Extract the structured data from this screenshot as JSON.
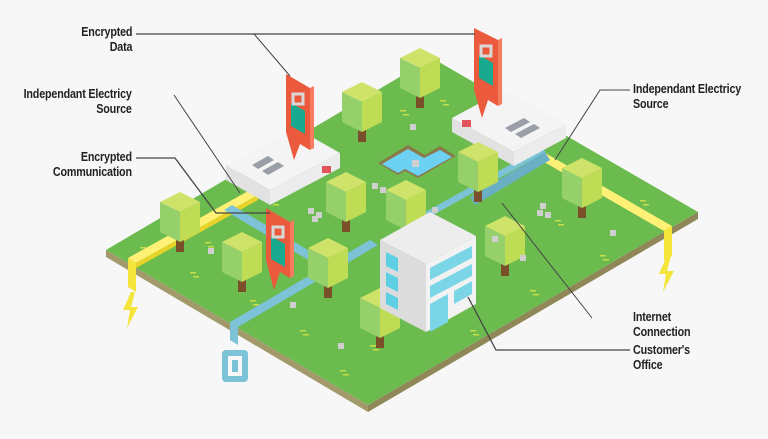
{
  "diagram": {
    "title": "Secure customer office infrastructure (isometric illustration)",
    "labels": {
      "encrypted_data": {
        "line1": "Encrypted",
        "line2": "Data"
      },
      "independent_source_left": {
        "line1": "Independant Electricy",
        "line2": "Source"
      },
      "encrypted_communication": {
        "line1": "Encrypted",
        "line2": "Communication"
      },
      "independent_source_right": {
        "line1": "Independant Electricy",
        "line2": "Source"
      },
      "internet_connection": {
        "line1": "Internet",
        "line2": "Connection"
      },
      "customers_office": {
        "line1": "Customer's",
        "line2": "Office"
      }
    },
    "elements": {
      "ground": "green isometric board",
      "servers": [
        "left server block",
        "right server block"
      ],
      "lock_markers": [
        "lock marker on left server",
        "lock marker on right server",
        "lock marker on communication line"
      ],
      "power_lines": [
        "left power line with lightning icon",
        "right power line with lightning icon"
      ],
      "network_lines": [
        "blue network pipe to globe icon"
      ],
      "building": "customer office building",
      "pond": "small pond",
      "trees_count": 14
    },
    "icons": {
      "lightning": "lightning-bolt-icon",
      "globe": "network-globe-icon",
      "lock": "padlock-icon"
    },
    "colors": {
      "background": "#f7f7f7",
      "grass": "#6cbb4f",
      "soil": "#a39a6c",
      "tree_light": "#bedd55",
      "tree_side": "#95d06a",
      "trunk": "#7b4f2a",
      "power": "#f5e43a",
      "network": "#7cc3d8",
      "marker": "#ec5a3d",
      "lock": "#18a98f",
      "server": "#f0f0f0",
      "water": "#6cd1f3",
      "label_text": "#222222",
      "leader_line": "#444444"
    }
  }
}
